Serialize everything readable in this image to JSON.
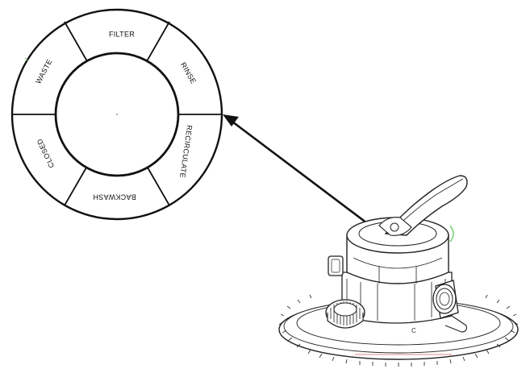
{
  "dial": {
    "positions": [
      {
        "id": "filter",
        "label": "FILTER"
      },
      {
        "id": "rinse",
        "label": "RINSE"
      },
      {
        "id": "recirculate",
        "label": "RECIRCULATE"
      },
      {
        "id": "backwash",
        "label": "BACKWASH"
      },
      {
        "id": "closed",
        "label": "CLOSED"
      },
      {
        "id": "waste",
        "label": "WASTE"
      }
    ]
  },
  "colors": {
    "line": "#111111",
    "accent_green": "#7bd17b",
    "accent_red": "#e05a5a"
  },
  "icons": {
    "pointer": "arrow-icon",
    "valve": "multiport-valve-icon"
  }
}
